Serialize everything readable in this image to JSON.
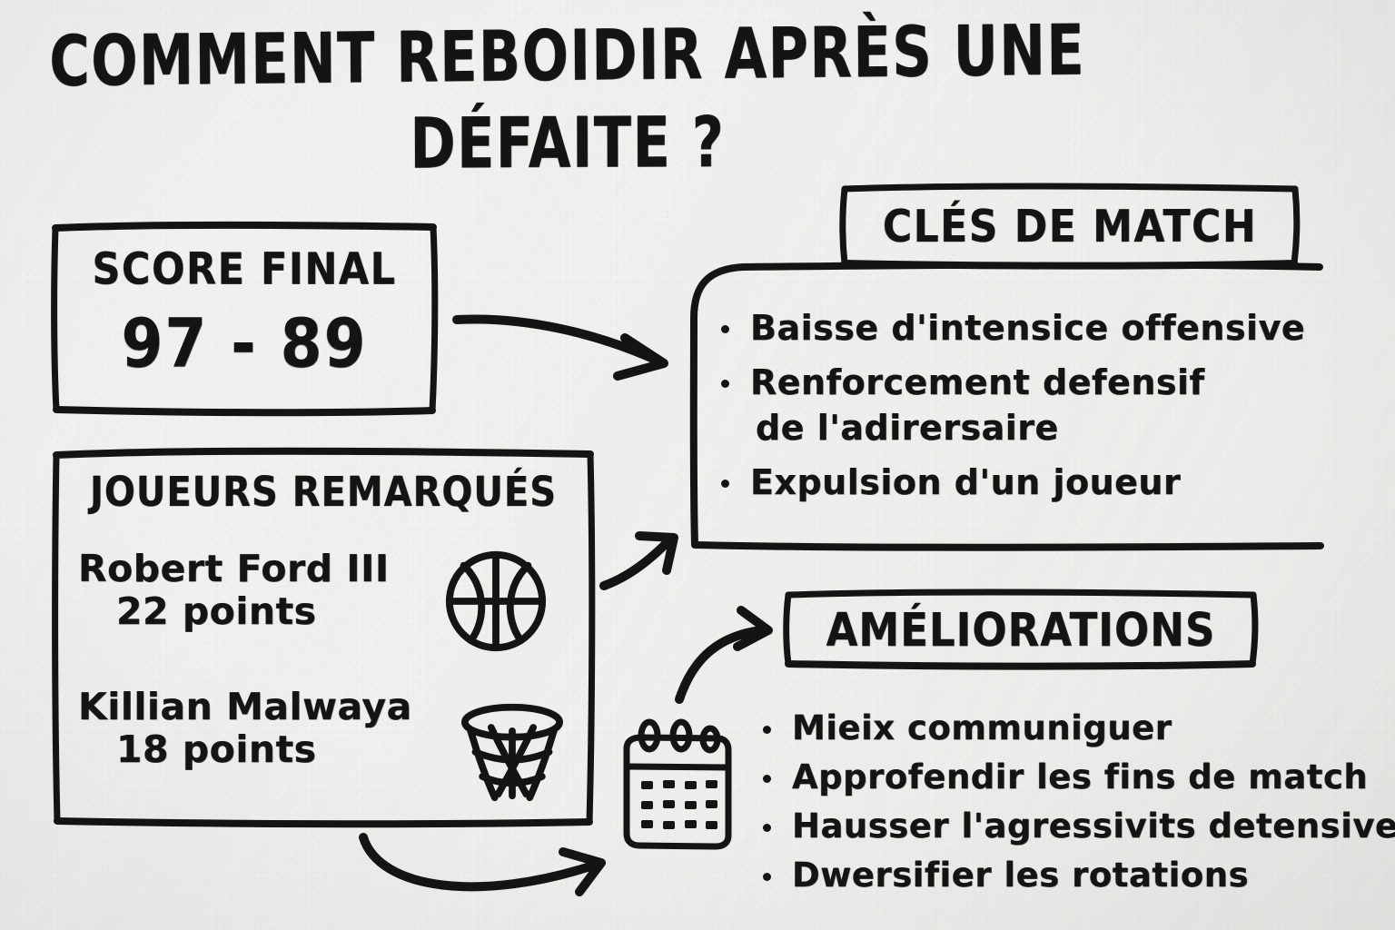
{
  "page": {
    "background_color": "#f2f2f0",
    "ink_color": "#141414",
    "style": "hand-drawn marker sketchnote"
  },
  "title": {
    "line1": "COMMENT REBOIDIR APRÈS UNE",
    "line2": "DÉFAITE ?"
  },
  "score": {
    "label": "SCORE FINAL",
    "value": "97 - 89",
    "home_points": 97,
    "away_points": 89
  },
  "players": {
    "title": "JOUEURS REMARQUÉS",
    "list": [
      {
        "name": "Robert Ford III",
        "points": "22 points",
        "icon": "basketball-icon"
      },
      {
        "name": "Killian Malwaya",
        "points": "18 points",
        "icon": "basketball-hoop-icon"
      }
    ]
  },
  "keys": {
    "header": "CLÉS DE MATCH",
    "items": [
      {
        "line1": "Baisse d'intensice offensive",
        "line2": ""
      },
      {
        "line1": "Renforcement defensif",
        "line2": "de l'adirersaire"
      },
      {
        "line1": "Expulsion d'un joueur",
        "line2": ""
      }
    ]
  },
  "improvements": {
    "header": "AMÉLIORATIONS",
    "icon": "calendar-icon",
    "items": [
      "Mieix communiguer",
      "Approfendir les fins de match",
      "Hausser l'agressivits detensive",
      "Dwersifier les rotations"
    ]
  },
  "arrows": [
    {
      "name": "score-to-keys",
      "from": "score-box",
      "to": "keys-container"
    },
    {
      "name": "players-to-keys",
      "from": "players-box",
      "to": "keys-container"
    },
    {
      "name": "to-improvements",
      "from": "middle",
      "to": "improvements-header"
    },
    {
      "name": "players-to-calendar",
      "from": "players-box",
      "to": "calendar-icon"
    }
  ]
}
